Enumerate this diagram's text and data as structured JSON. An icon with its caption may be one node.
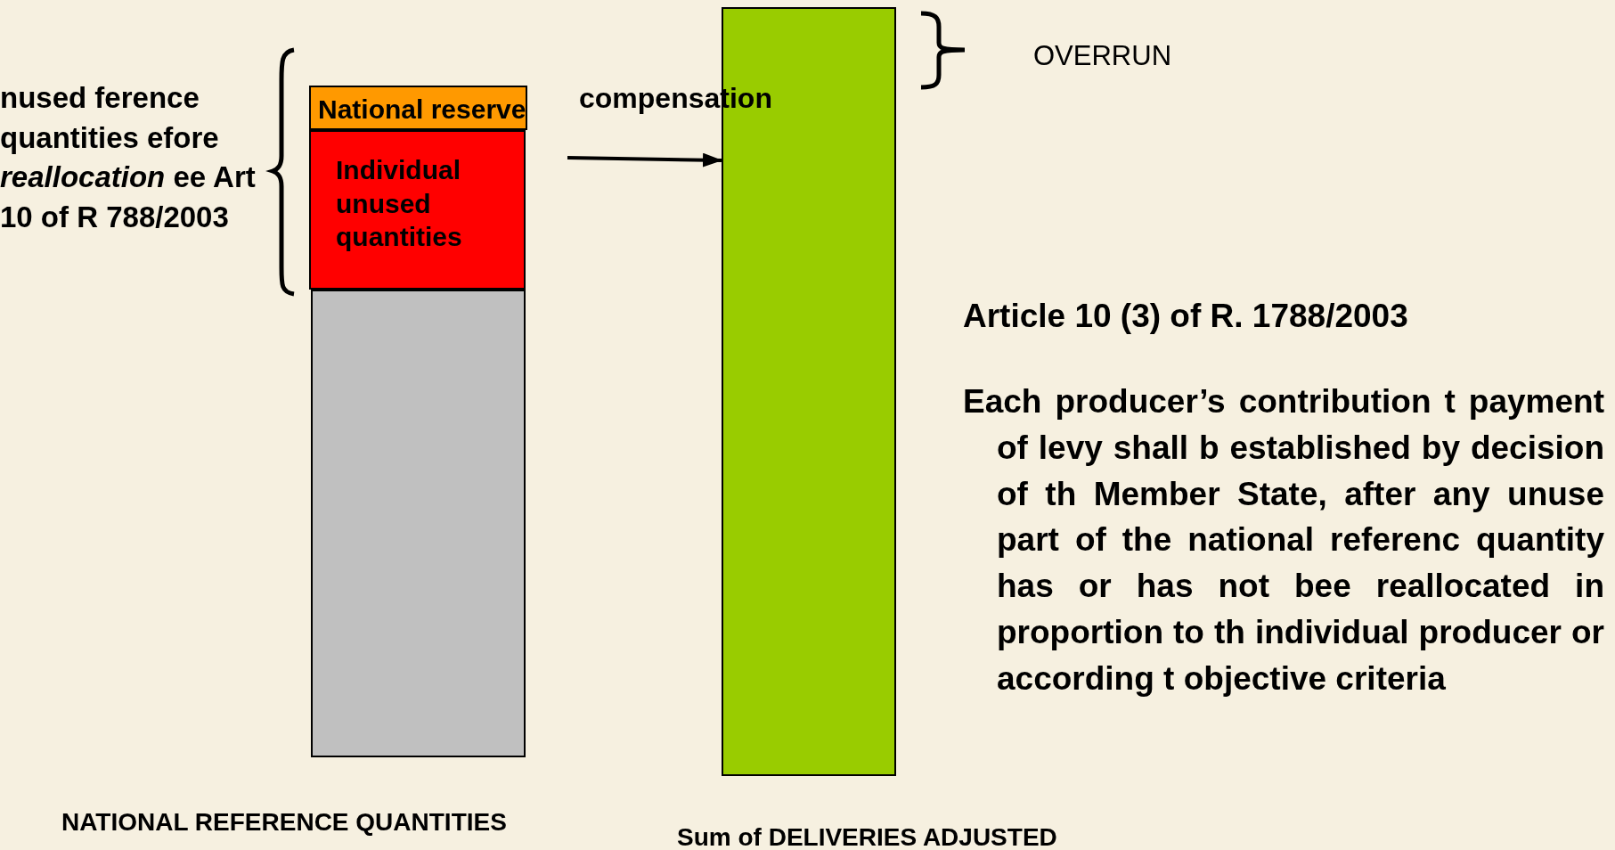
{
  "diagram": {
    "nodes": [
      {
        "text": [
          "National reserve"
        ]
      },
      {
        "text": [
          "Individual unused quantities"
        ]
      },
      {
        "text": [],
        "shape": "bar"
      },
      {
        "text": [],
        "shape": "bar"
      }
    ],
    "edges": [
      {
        "from": null,
        "to": 3,
        "arrow": "to",
        "label": "compensation"
      }
    ],
    "labels": [
      "nused ference quantities efore *reallocation* ee Art 10 of R 788/2003",
      "OVERRUN",
      "Article 10 (3) of R. 1788/2003",
      "Each producer’s contribution t payment of levy shall b established by decision of th Member State, after any unuse part of the national referenc quantity has or has not bee reallocated in proportion to th individual producer or according t objective criteria",
      "NATIONAL REFERENCE QUANTITIES",
      "Sum of DELIVERIES ADJUSTED"
    ]
  }
}
